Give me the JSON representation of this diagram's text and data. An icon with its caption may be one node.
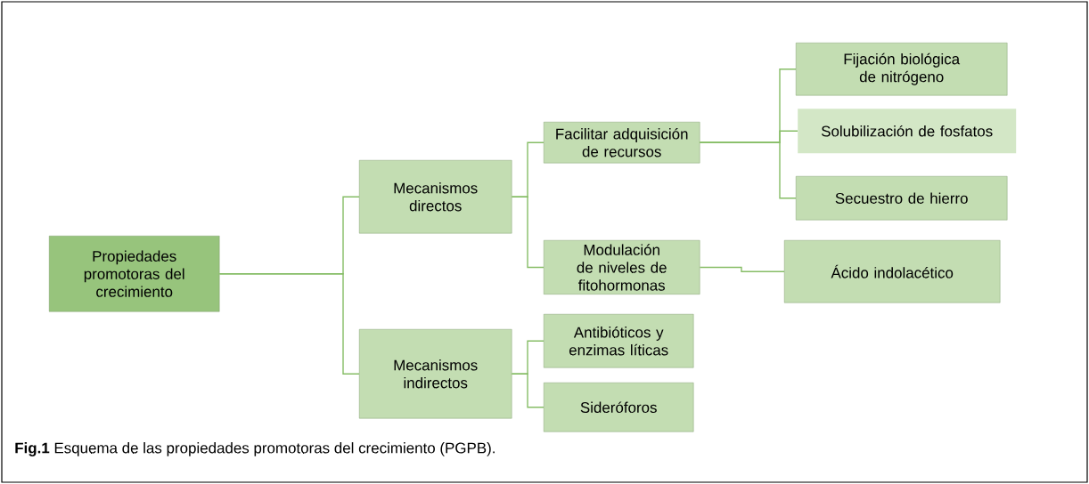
{
  "diagram": {
    "caption": "**Fig.1** Esquema de las propiedades promotoras del crecimiento (PGPB).",
    "nodes": [
      {
        "text": [
          "Propiedades promotoras del crecimiento"
        ]
      },
      {
        "text": [
          "Mecanismos directos"
        ]
      },
      {
        "text": [
          "Mecanismos indirectos"
        ]
      },
      {
        "text": [
          "Facilitar adquisición de recursos"
        ]
      },
      {
        "text": [
          "Modulación de niveles de fitohormonas"
        ]
      },
      {
        "text": [
          "Fijación biológica de nitrógeno"
        ]
      },
      {
        "text": [
          "Solubilización de fosfatos"
        ]
      },
      {
        "text": [
          "Secuestro de hierro"
        ]
      },
      {
        "text": [
          "Ácido indolacético"
        ]
      },
      {
        "text": [
          "Antibióticos y enzimas líticas"
        ]
      },
      {
        "text": [
          "Sideróforos"
        ]
      }
    ],
    "edges": [
      {
        "from": 0,
        "to": 1,
        "arrow": "none"
      },
      {
        "from": 0,
        "to": 2,
        "arrow": "none"
      },
      {
        "from": 1,
        "to": 3,
        "arrow": "none"
      },
      {
        "from": 1,
        "to": 4,
        "arrow": "none"
      },
      {
        "from": 3,
        "to": 5,
        "arrow": "none"
      },
      {
        "from": 3,
        "to": 6,
        "arrow": "none"
      },
      {
        "from": 3,
        "to": 7,
        "arrow": "none"
      },
      {
        "from": 4,
        "to": 8,
        "arrow": "none"
      },
      {
        "from": 2,
        "to": 9,
        "arrow": "none"
      },
      {
        "from": 2,
        "to": 10,
        "arrow": "none"
      }
    ]
  }
}
